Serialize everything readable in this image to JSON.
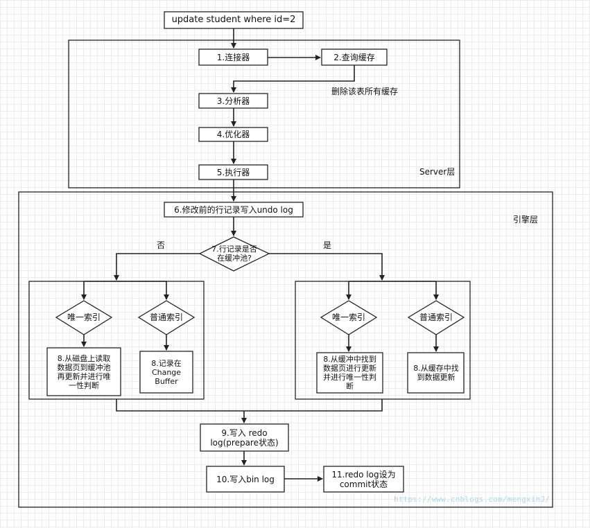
{
  "nodes": {
    "update_sql": "update student where id=2",
    "connector": "1.连接器",
    "query_cache": "2.查询缓存",
    "delete_cache_note": "删除该表所有缓存",
    "analyzer": "3.分析器",
    "optimizer": "4.优化器",
    "executor": "5.执行器",
    "server_layer": "Server层",
    "undo_log": "6.修改前的行记录写入undo log",
    "engine_layer": "引擎层",
    "in_buffer_pool": "7.行记录是否在缓冲池?",
    "no_label": "否",
    "yes_label": "是",
    "left_unique_index": "唯一索引",
    "left_normal_index": "普通索引",
    "left_unique_action": "8.从磁盘上读取数据页到缓冲池再更新并进行唯一性判断",
    "left_normal_action": "8.记录在Change Buffer",
    "right_unique_index": "唯一索引",
    "right_normal_index": "普通索引",
    "right_unique_action": "8.从缓冲中找到数据页进行更新并进行唯一性判断",
    "right_normal_action": "8.从缓存中找到数据更新",
    "redo_prepare": "9.写入 redo log(prepare状态)",
    "write_binlog": "10.写入bin log",
    "redo_commit": "11.redo log设为commit状态"
  },
  "watermark": "https://www.cnblogs.com/mengxinJ/"
}
